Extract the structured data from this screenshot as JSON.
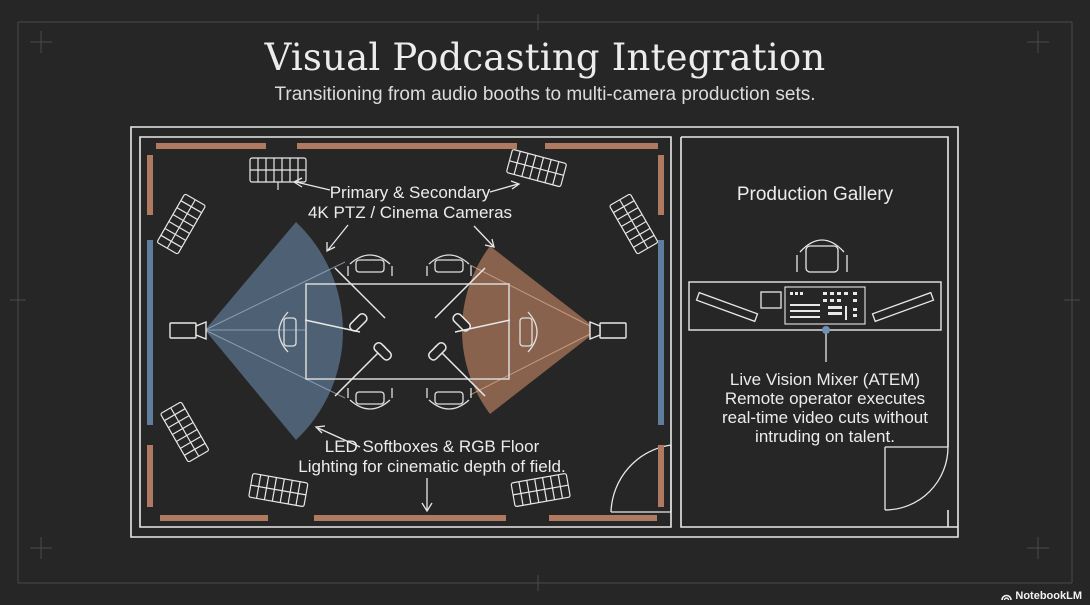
{
  "title": "Visual Podcasting Integration",
  "subtitle": "Transitioning from audio booths to multi-camera production sets.",
  "labels": {
    "cameras_line1": "Primary & Secondary",
    "cameras_line2": "4K PTZ / Cinema Cameras",
    "lighting_line1": "LED Softboxes & RGB Floor",
    "lighting_line2": "Lighting for cinematic depth of field.",
    "gallery": "Production Gallery",
    "mixer_line1": "Live Vision Mixer (ATEM)",
    "mixer_line2": "Remote operator executes",
    "mixer_line3": "real-time video cuts without",
    "mixer_line4": "intruding on talent."
  },
  "brand": "NotebookLM",
  "colors": {
    "background": "#262626",
    "line": "#e8e8e8",
    "blue_cone": "#6f8fb3",
    "orange_cone": "#c98a68",
    "wall_panel_orange": "#b07a60",
    "wall_panel_blue": "#5f7d9c"
  },
  "icons": [
    "softbox-icon",
    "camera-icon",
    "chair-icon",
    "microphone-icon",
    "mixer-console-icon",
    "monitor-icon",
    "brand-logo-icon"
  ]
}
